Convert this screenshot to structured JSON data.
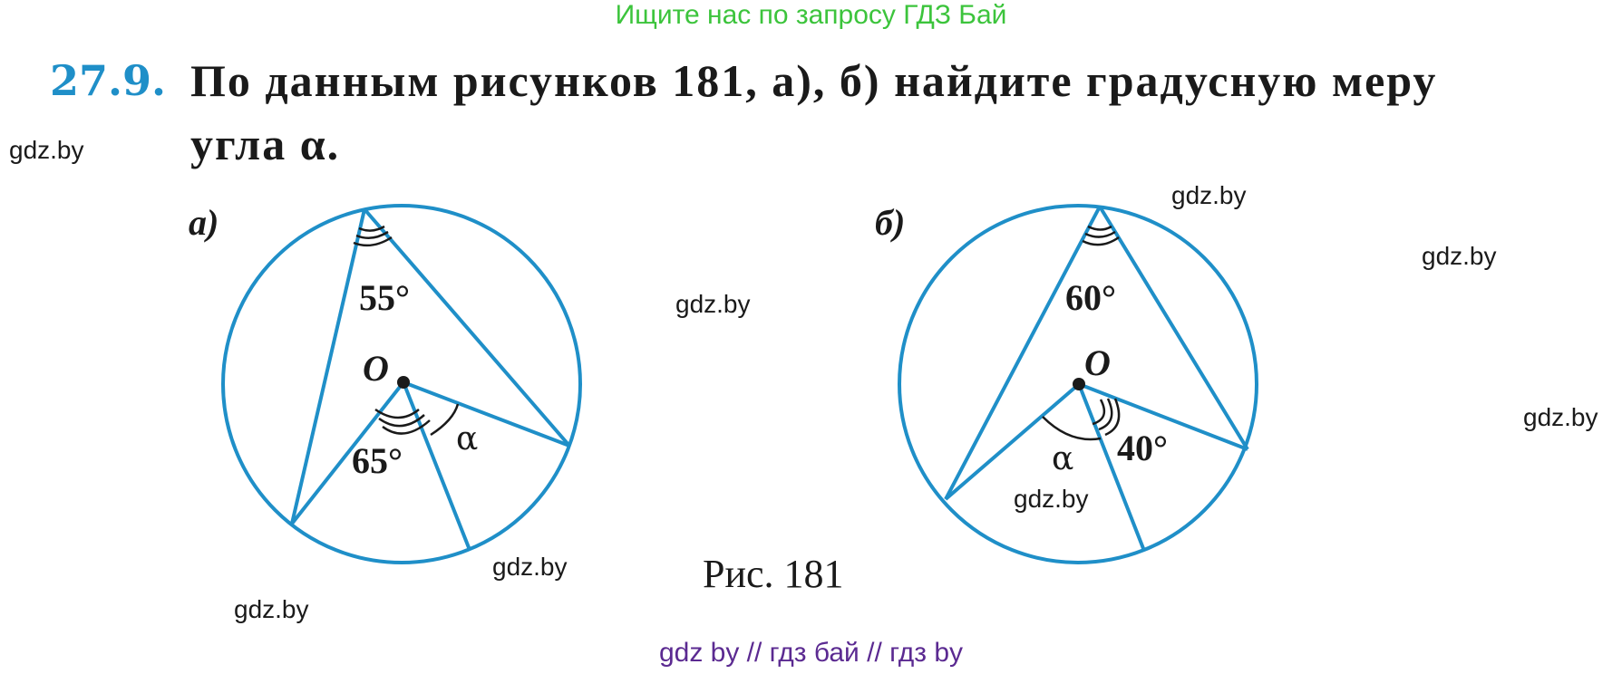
{
  "header_link": "Ищите нас по запросу ГДЗ Бай",
  "problem": {
    "number": "27.9.",
    "line1": "По данным рисунков 181, а), б) найдите градусную меру",
    "line2": "угла α."
  },
  "figure_a": {
    "label": "а)",
    "angle_top": "55°",
    "angle_center": "65°",
    "center": "O",
    "unknown": "α"
  },
  "figure_b": {
    "label": "б)",
    "angle_top": "60°",
    "angle_center": "40°",
    "center": "O",
    "unknown": "α"
  },
  "caption": "Рис. 181",
  "watermark": "gdz.by",
  "footer": "gdz by  //  гдз бай  //  гдз by",
  "colors": {
    "circle": "#1f8fc8",
    "number": "#1f8fc8",
    "header": "#3cc43c",
    "footer": "#5b2a91"
  }
}
